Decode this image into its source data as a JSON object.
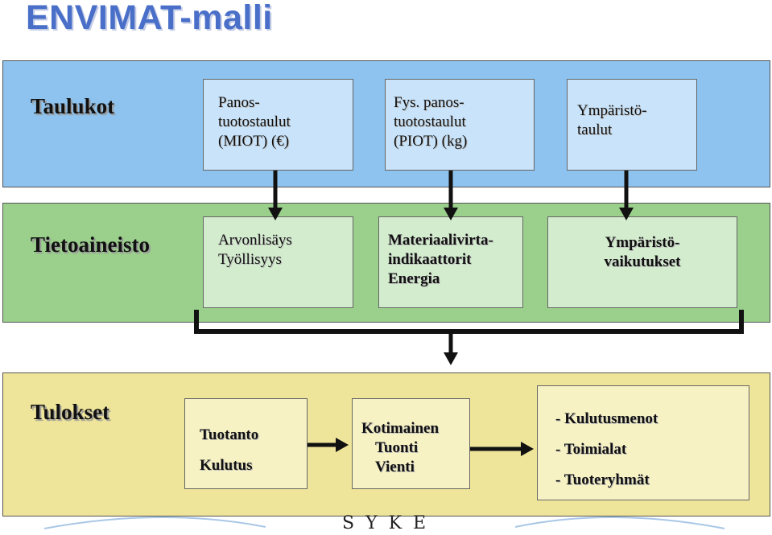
{
  "title": "ENVIMAT-malli",
  "rows": {
    "taulukot": {
      "label": "Taulukot",
      "boxes": [
        {
          "lines": [
            "Panos-",
            "tuotostaulut",
            "(MIOT)  (€)"
          ]
        },
        {
          "lines": [
            "Fys. panos-",
            "tuotostaulut",
            "(PIOT)  (kg)"
          ]
        },
        {
          "lines": [
            "Ympäristö-",
            "taulut"
          ]
        }
      ]
    },
    "tietoaineisto": {
      "label": "Tietoaineisto",
      "boxes": [
        {
          "lines": [
            "Arvonlisäys",
            "Työllisyys"
          ]
        },
        {
          "lines": [
            "Materiaalivirta-",
            "indikaattorit",
            "Energia"
          ]
        },
        {
          "lines": [
            "Ympäristö-",
            "vaikutukset"
          ]
        }
      ]
    },
    "tulokset": {
      "label": "Tulokset",
      "boxes": [
        {
          "lines": [
            "Tuotanto",
            "Kulutus"
          ]
        },
        {
          "lines": [
            "Kotimainen",
            "Tuonti",
            "Vienti"
          ]
        },
        {
          "lines": [
            "- Kulutusmenot",
            "- Toimialat",
            "- Tuoteryhmät"
          ]
        }
      ]
    }
  },
  "footer_logo": "SYKE",
  "colors": {
    "taulukot_band": "#8dc3ee",
    "tietoaineisto_band": "#9ad08b",
    "tulokset_band": "#efe59a",
    "title": "#4a6fc9"
  }
}
